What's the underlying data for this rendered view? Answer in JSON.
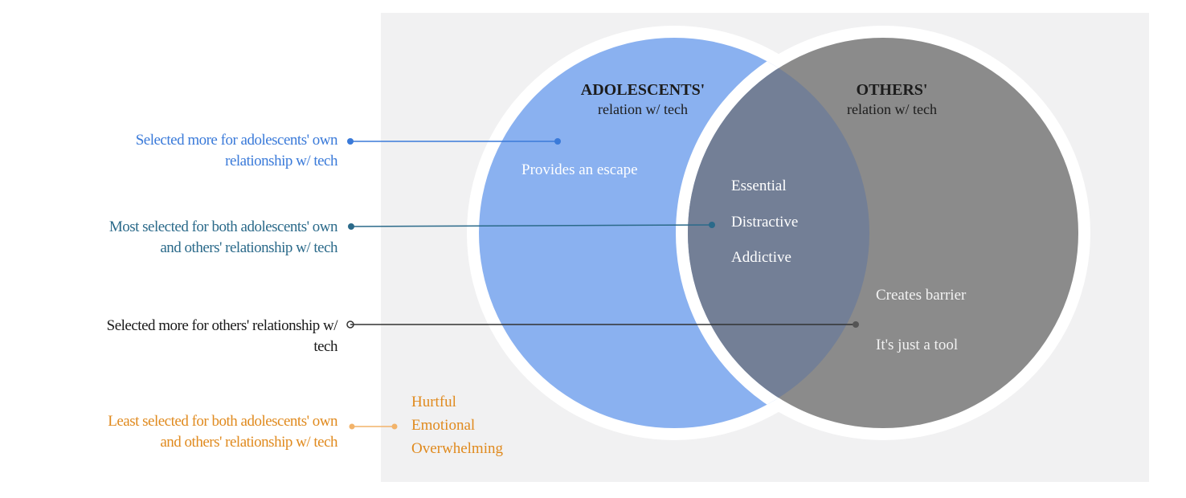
{
  "legend": {
    "adolescents_more": {
      "line1": "Selected more for adolescents' own",
      "line2": "relationship w/ tech",
      "color": "#3a7ad9"
    },
    "both_most": {
      "line1": "Most selected for both adolescents' own",
      "line2": "and others' relationship w/ tech",
      "color": "#2b6a8a"
    },
    "others_more": {
      "line1": "Selected more for others' relationship w/",
      "line2": "tech",
      "color": "#1a1a1a"
    },
    "both_least": {
      "line1": "Least selected for both adolescents' own",
      "line2": "and others' relationship w/ tech",
      "color": "#e08a1e"
    }
  },
  "circles": {
    "adolescents": {
      "title": "ADOLESCENTS'",
      "subtitle": "relation w/ tech",
      "color": "#8ab1f0"
    },
    "others": {
      "title": "OTHERS'",
      "subtitle": "relation w/ tech",
      "color": "#8b8b8b"
    },
    "overlap_color": "#737f96"
  },
  "terms": {
    "adolescents_only": [
      "Provides an escape"
    ],
    "both": [
      "Essential",
      "Distractive",
      "Addictive"
    ],
    "others_only": [
      "Creates barrier",
      "It's just a tool"
    ],
    "least": [
      "Hurtful",
      "Emotional",
      "Overwhelming"
    ]
  }
}
